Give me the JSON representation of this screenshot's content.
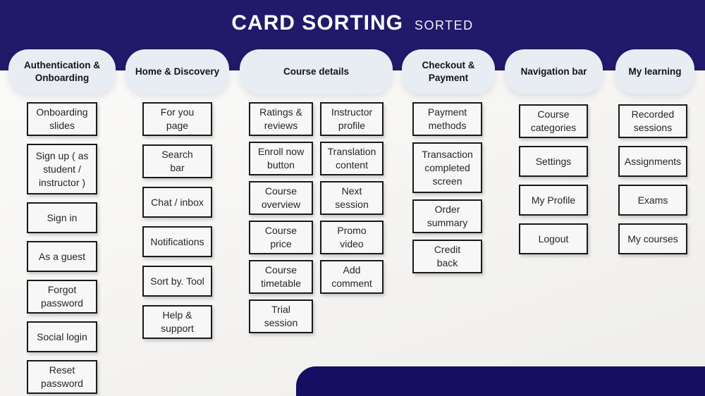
{
  "header": {
    "title": "CARD SORTING",
    "subtitle": "SORTED"
  },
  "colors": {
    "header_navy": "#211969",
    "bottom_bar_navy": "#150e62",
    "pill_bg": "#e8edf4",
    "card_bg": "#f7f7f7",
    "card_border": "#1a1a1a",
    "title_text": "#ffffff"
  },
  "groups": [
    {
      "label": "Authentication & Onboarding",
      "cards": [
        "Onboarding\nslides",
        "Sign up ( as\nstudent /\ninstructor )",
        "Sign in",
        "As a guest",
        "Forgot\npassword",
        "Social login",
        "Reset\npassword"
      ]
    },
    {
      "label": "Home & Discovery",
      "cards": [
        "For you\npage",
        "Search\nbar",
        "Chat / inbox",
        "Notifications",
        "Sort by. Tool",
        "Help &\nsupport"
      ]
    },
    {
      "label": "Course details",
      "cards": [
        "Ratings &\nreviews",
        "Enroll now\nbutton",
        "Course\noverview",
        "Course\nprice",
        "Course\ntimetable",
        "Trial\nsession"
      ],
      "cards2": [
        "Instructor\nprofile",
        "Translation\ncontent",
        "Next\nsession",
        "Promo\nvideo",
        "Add\ncomment"
      ]
    },
    {
      "label": "Checkout & Payment",
      "cards": [
        "Payment\nmethods",
        "Transaction\ncompleted\nscreen",
        "Order\nsummary",
        "Credit\nback"
      ]
    },
    {
      "label": "Navigation bar",
      "cards": [
        "Course\ncategories",
        "Settings",
        "My Profile",
        "Logout"
      ]
    },
    {
      "label": "My learning",
      "cards": [
        "Recorded\nsessions",
        "Assignments",
        "Exams",
        "My courses"
      ]
    }
  ]
}
